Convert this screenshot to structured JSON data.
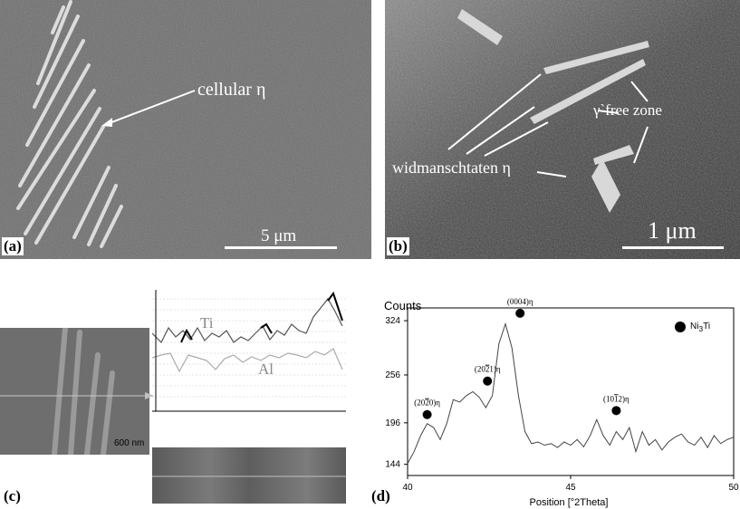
{
  "panel_a": {
    "annotation": "cellular η",
    "scale": "5 μm",
    "label": "(a)"
  },
  "panel_b": {
    "annotation_gamma": "γ`free zone",
    "annotation_widman": "widmanschtaten η",
    "scale": "1 μm",
    "label": "(b)"
  },
  "panel_c": {
    "scale": "600 nm",
    "ti_label": "Ti",
    "al_label": "Al",
    "label": "(c)"
  },
  "panel_d": {
    "label": "(d)",
    "legend": "Ni3Ti",
    "chart_data": {
      "type": "line",
      "ylabel": "Counts",
      "xlabel": "Position [°2Theta]",
      "xlim": [
        40,
        50
      ],
      "ylim": [
        130,
        340
      ],
      "yticks": [
        144,
        196,
        256,
        324
      ],
      "xticks": [
        40,
        45,
        50
      ],
      "x": [
        40.0,
        40.2,
        40.4,
        40.6,
        40.8,
        41.0,
        41.2,
        41.4,
        41.6,
        41.8,
        42.0,
        42.2,
        42.4,
        42.6,
        42.8,
        43.0,
        43.2,
        43.4,
        43.6,
        43.8,
        44.0,
        44.2,
        44.4,
        44.6,
        44.8,
        45.0,
        45.2,
        45.4,
        45.6,
        45.8,
        46.0,
        46.2,
        46.4,
        46.6,
        46.8,
        47.0,
        47.2,
        47.4,
        47.6,
        47.8,
        48.0,
        48.2,
        48.4,
        48.6,
        48.8,
        49.0,
        49.2,
        49.4,
        49.6,
        49.8,
        50.0
      ],
      "y": [
        145,
        160,
        180,
        195,
        190,
        175,
        195,
        225,
        222,
        230,
        235,
        228,
        215,
        230,
        295,
        320,
        290,
        230,
        185,
        170,
        172,
        168,
        170,
        165,
        172,
        168,
        175,
        166,
        180,
        200,
        180,
        168,
        185,
        175,
        190,
        160,
        185,
        168,
        175,
        162,
        172,
        178,
        182,
        172,
        168,
        178,
        165,
        180,
        170,
        175,
        178
      ],
      "peaks": [
        {
          "x": 40.6,
          "y": 195,
          "label": "(20",
          "bar": "2",
          "rest": "0)η"
        },
        {
          "x": 42.45,
          "y": 237,
          "label": "(20",
          "bar": "2",
          "rest": "1)η"
        },
        {
          "x": 43.45,
          "y": 322,
          "label": "(0004)η",
          "bar": "",
          "rest": ""
        },
        {
          "x": 46.4,
          "y": 200,
          "label": "(10",
          "bar": "1",
          "rest": "2)η"
        }
      ]
    }
  }
}
